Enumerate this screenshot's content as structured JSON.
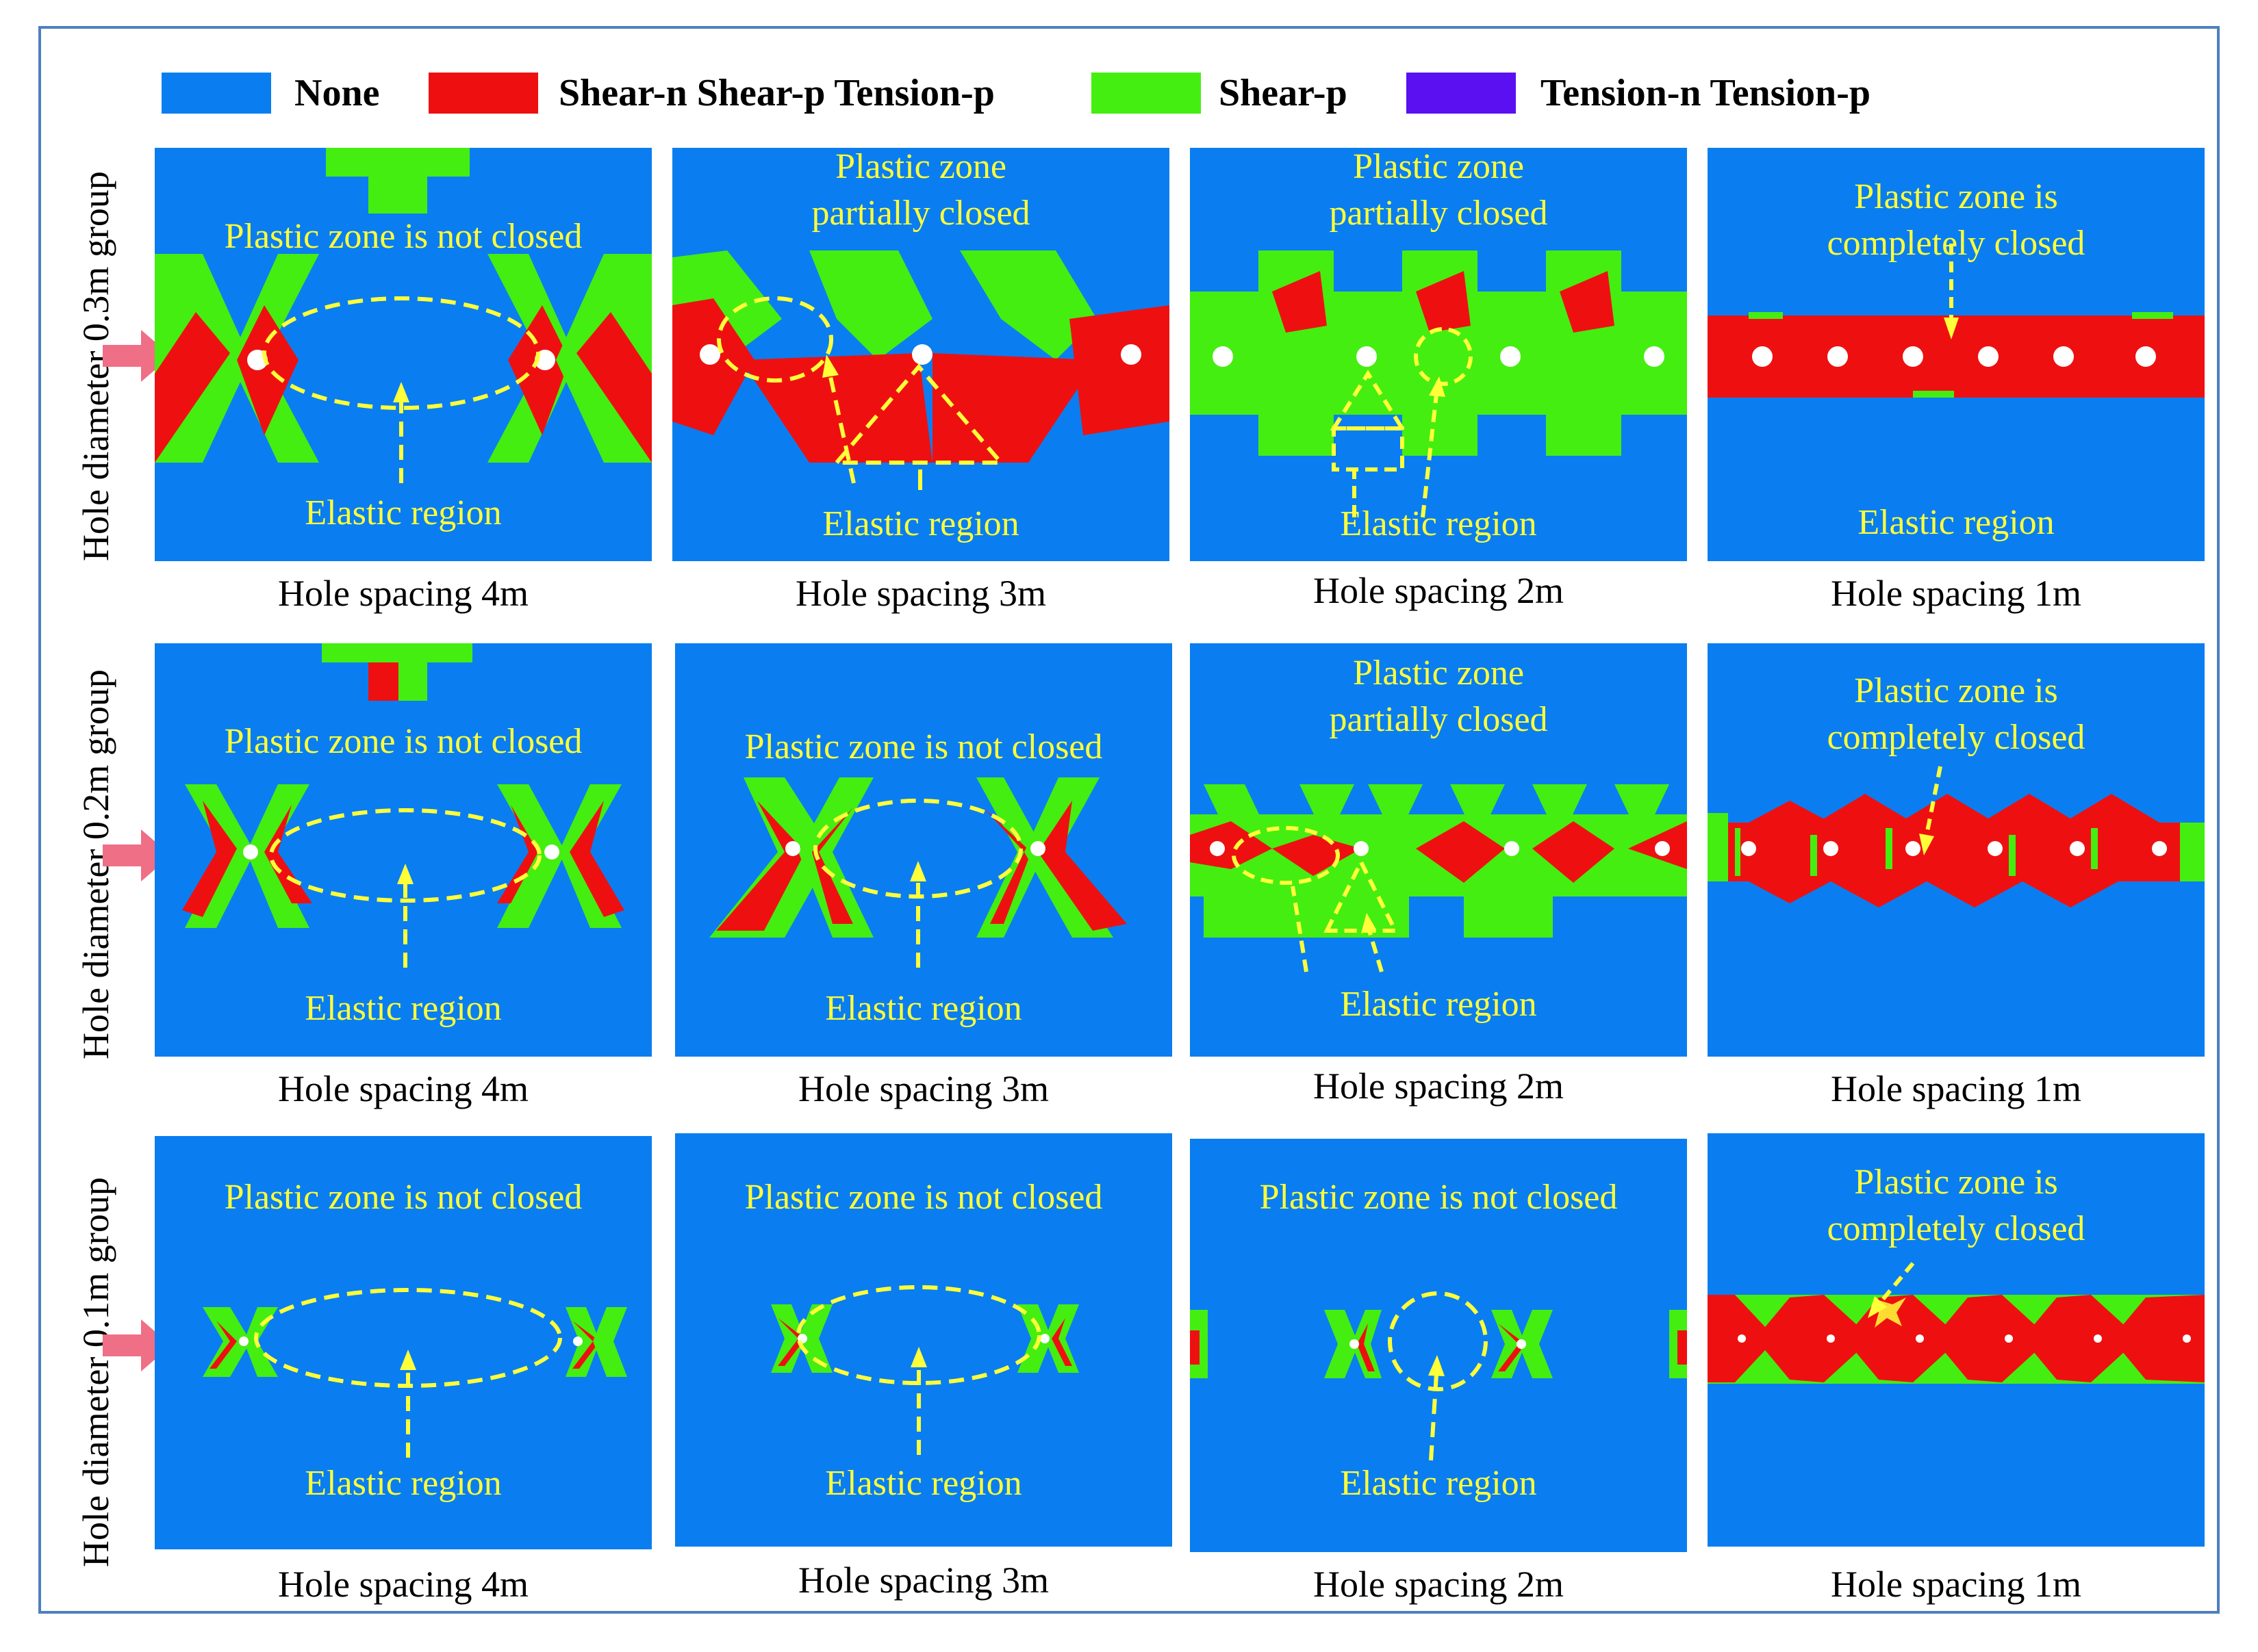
{
  "legend": [
    {
      "label": "None",
      "color": "#0a7ef0"
    },
    {
      "label": "Shear-n Shear-p Tension-p",
      "color": "#ee1010"
    },
    {
      "label": "Shear-p",
      "color": "#44ee10"
    },
    {
      "label": "Tension-n  Tension-p",
      "color": "#5a10f0"
    }
  ],
  "rows": [
    {
      "label": "Hole diameter 0.3m group",
      "panels": [
        {
          "caption": "Hole spacing 4m",
          "status": [
            "Plastic zone is not closed"
          ],
          "region": "Elastic region"
        },
        {
          "caption": "Hole spacing 3m",
          "status": [
            "Plastic zone",
            "partially closed"
          ],
          "region": "Elastic region"
        },
        {
          "caption": "Hole spacing 2m",
          "status": [
            "Plastic zone",
            "partially closed"
          ],
          "region": "Elastic region"
        },
        {
          "caption": "Hole spacing 1m",
          "status": [
            "Plastic zone is",
            "completely closed"
          ],
          "region": "Elastic region"
        }
      ]
    },
    {
      "label": "Hole diameter 0.2m group",
      "panels": [
        {
          "caption": "Hole spacing 4m",
          "status": [
            "Plastic zone is not closed"
          ],
          "region": "Elastic region"
        },
        {
          "caption": "Hole spacing 3m",
          "status": [
            "Plastic zone is not closed"
          ],
          "region": "Elastic region"
        },
        {
          "caption": "Hole spacing 2m",
          "status": [
            "Plastic zone",
            "partially closed"
          ],
          "region": "Elastic region"
        },
        {
          "caption": "Hole spacing 1m",
          "status": [
            "Plastic zone is",
            "completely closed"
          ],
          "region": ""
        }
      ]
    },
    {
      "label": "Hole diameter 0.1m group",
      "panels": [
        {
          "caption": "Hole spacing 4m",
          "status": [
            "Plastic zone is not closed"
          ],
          "region": "Elastic region"
        },
        {
          "caption": "Hole spacing 3m",
          "status": [
            "Plastic zone is not closed"
          ],
          "region": "Elastic region"
        },
        {
          "caption": "Hole spacing 2m",
          "status": [
            "Plastic zone is not closed"
          ],
          "region": "Elastic region"
        },
        {
          "caption": "Hole spacing 1m",
          "status": [
            "Plastic zone is",
            "completely closed"
          ],
          "region": ""
        }
      ]
    }
  ]
}
